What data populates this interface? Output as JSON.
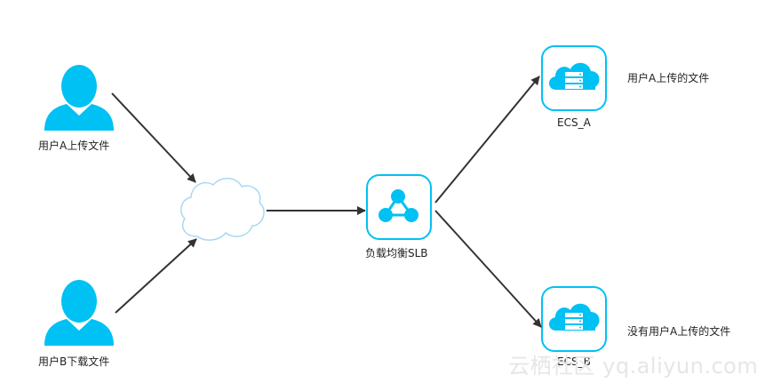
{
  "users": {
    "user_a_label": "用户A上传文件",
    "user_b_label": "用户B下载文件"
  },
  "slb": {
    "label": "负载均衡SLB"
  },
  "ecs_a": {
    "label": "ECS_A",
    "note": "用户A上传的文件"
  },
  "ecs_b": {
    "label": "ECS_B",
    "note": "没有用户A上传的文件"
  },
  "watermark": "云栖社区 yq.aliyun.com",
  "colors": {
    "accent": "#00c1f3",
    "cloud_stroke": "#a8d8f4",
    "arrow": "#333333"
  }
}
